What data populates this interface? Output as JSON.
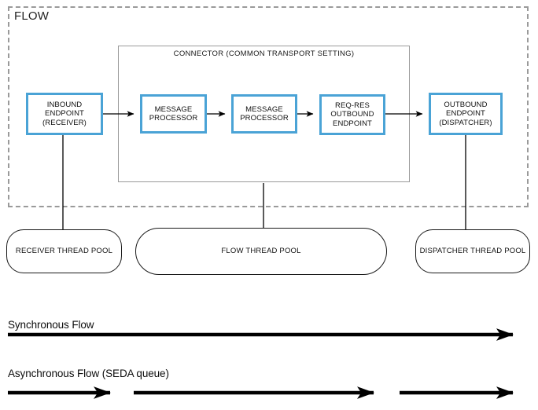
{
  "diagram": {
    "flow_container_label": "FLOW",
    "connector": {
      "title_line1": "CONNECTOR",
      "title_line2": "(COMMON TRANSPORT SETTING)"
    },
    "nodes": [
      {
        "id": "inbound-endpoint",
        "lines": [
          "INBOUND",
          "ENDPOINT",
          "(RECEIVER)"
        ]
      },
      {
        "id": "message-processor-1",
        "lines": [
          "MESSAGE",
          "PROCESSOR"
        ]
      },
      {
        "id": "message-processor-2",
        "lines": [
          "MESSAGE",
          "PROCESSOR"
        ]
      },
      {
        "id": "req-res-outbound-endpoint",
        "lines": [
          "REQ-RES",
          "OUTBOUND",
          "ENDPOINT"
        ]
      },
      {
        "id": "outbound-endpoint",
        "lines": [
          "OUTBOUND",
          "ENDPOINT",
          "(DISPATCHER)"
        ]
      }
    ],
    "thread_pools": [
      {
        "id": "receiver-thread-pool",
        "lines": [
          "RECEIVER",
          "THREAD POOL"
        ]
      },
      {
        "id": "flow-thread-pool",
        "lines": [
          "FLOW",
          "THREAD POOL"
        ]
      },
      {
        "id": "dispatcher-thread-pool",
        "lines": [
          "DISPATCHER",
          "THREAD POOL"
        ]
      }
    ],
    "legend": [
      {
        "id": "synchronous-flow",
        "label": "Synchronous Flow",
        "segments": 1
      },
      {
        "id": "asynchronous-flow",
        "label": "Asynchronous Flow (SEDA queue)",
        "segments": 3
      }
    ],
    "colors": {
      "node_border": "#4aa3d6",
      "container_dashed": "#9a9a9a",
      "connector_border": "#9a9a9a",
      "arrow": "#000000",
      "text": "#111111",
      "background": "#ffffff"
    }
  }
}
